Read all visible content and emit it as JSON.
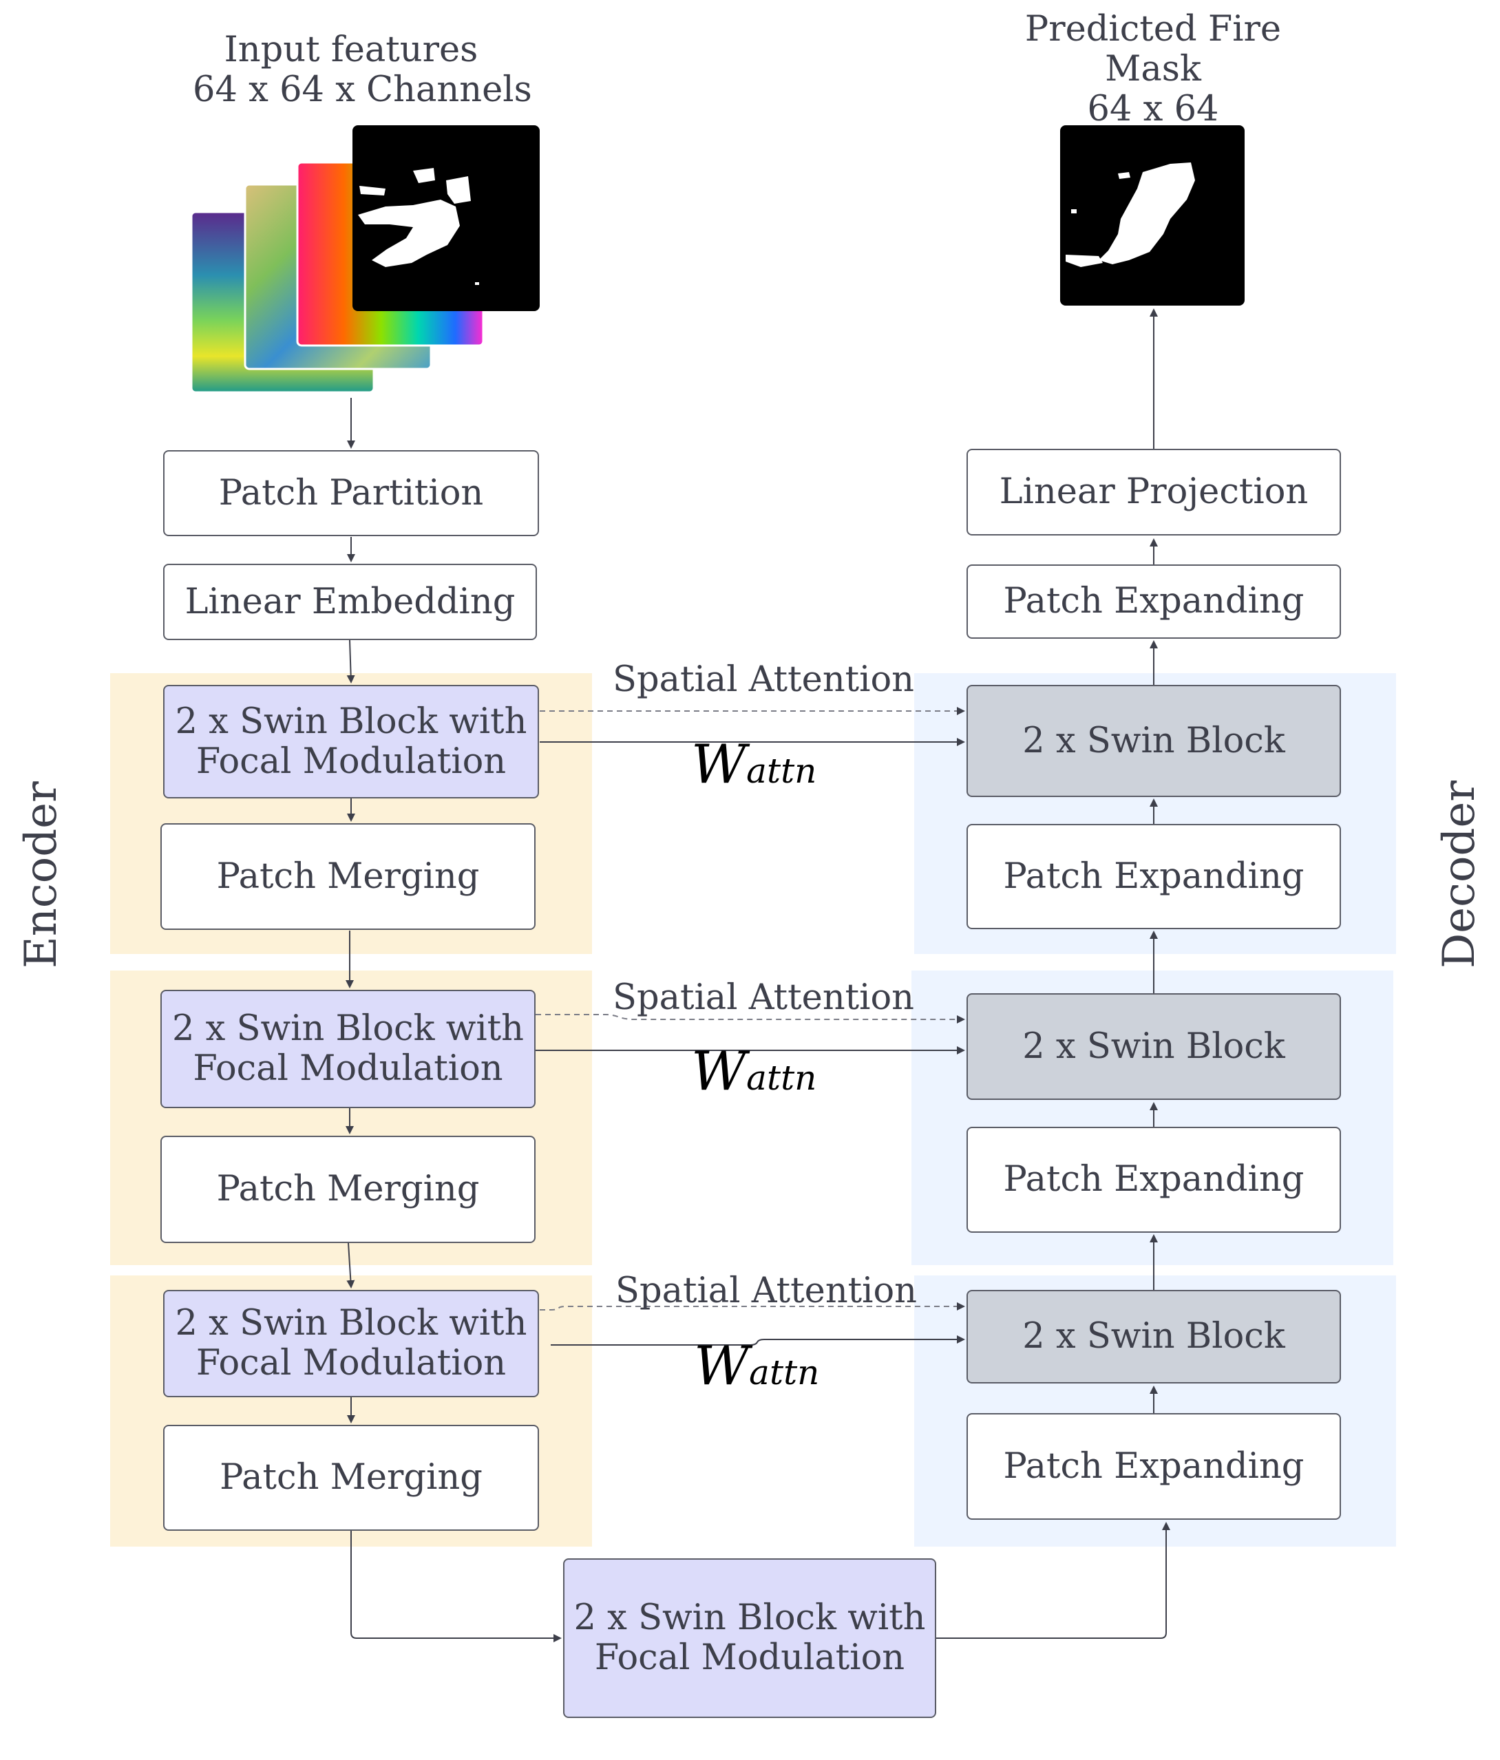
{
  "input": {
    "line1": "Input features",
    "line2": "64 x 64 x Channels"
  },
  "output": {
    "line1": "Predicted Fire",
    "line2": "Mask",
    "line3": "64 x 64"
  },
  "side_labels": {
    "encoder": "Encoder",
    "decoder": "Decoder"
  },
  "encoder": {
    "patch_partition": "Patch Partition",
    "linear_embedding": "Linear Embedding",
    "stages": [
      {
        "swin_line1": "2 x Swin Block with",
        "swin_line2": "Focal Modulation",
        "merge": "Patch Merging"
      },
      {
        "swin_line1": "2 x Swin Block with",
        "swin_line2": "Focal Modulation",
        "merge": "Patch Merging"
      },
      {
        "swin_line1": "2 x Swin Block with",
        "swin_line2": "Focal Modulation",
        "merge": "Patch Merging"
      }
    ]
  },
  "bottleneck": {
    "line1": "2 x Swin Block with",
    "line2": "Focal Modulation"
  },
  "decoder": {
    "linear_projection": "Linear Projection",
    "top_expand": "Patch Expanding",
    "stages": [
      {
        "swin": "2 x Swin Block",
        "expand": "Patch Expanding"
      },
      {
        "swin": "2 x Swin Block",
        "expand": "Patch Expanding"
      },
      {
        "swin": "2 x Swin Block",
        "expand": "Patch Expanding"
      }
    ]
  },
  "skip": {
    "spatial_attention": "Spatial Attention",
    "w_symbol": "W",
    "w_subscript": "attn"
  },
  "colors": {
    "encoder_panel": "#fdf2d8",
    "decoder_panel": "#edf4ff",
    "focal_block": "#dcdcfa",
    "swin_block": "#cdd2da",
    "box_border": "#5a5c66",
    "fire_mask_bg": "#000000",
    "fire_mask_fg": "#ffffff"
  }
}
